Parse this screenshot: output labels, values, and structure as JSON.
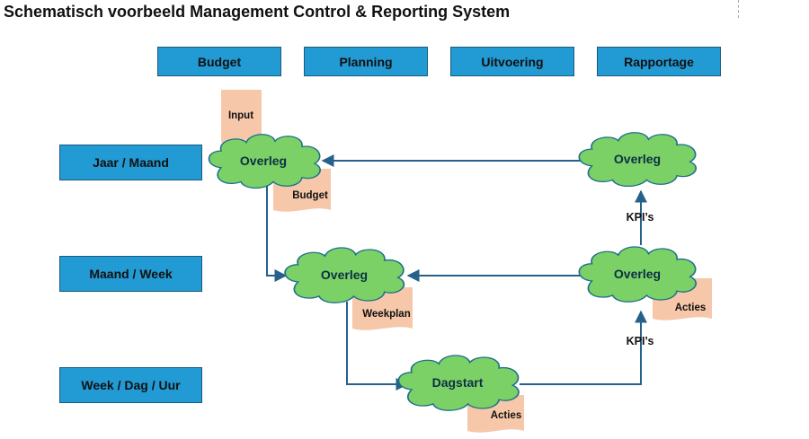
{
  "title": "Schematisch voorbeeld Management Control & Reporting System",
  "columns": [
    "Budget",
    "Planning",
    "Uitvoering",
    "Rapportage"
  ],
  "rows": [
    "Jaar / Maand",
    "Maand / Week",
    "Week / Dag / Uur"
  ],
  "clouds": {
    "overleg_year_left": "Overleg",
    "overleg_year_right": "Overleg",
    "overleg_month_left": "Overleg",
    "overleg_month_right": "Overleg",
    "dagstart": "Dagstart"
  },
  "documents": {
    "input": "Input",
    "budget": "Budget",
    "weekplan": "Weekplan",
    "acties_right": "Acties",
    "acties_bottom": "Acties"
  },
  "kpi_labels": {
    "upper": "KPI’s",
    "lower": "KPI’s"
  },
  "colors": {
    "box_fill": "#229ad4",
    "cloud_fill": "#7bd165",
    "document_fill": "#f6c7a9",
    "arrow": "#25618a"
  }
}
